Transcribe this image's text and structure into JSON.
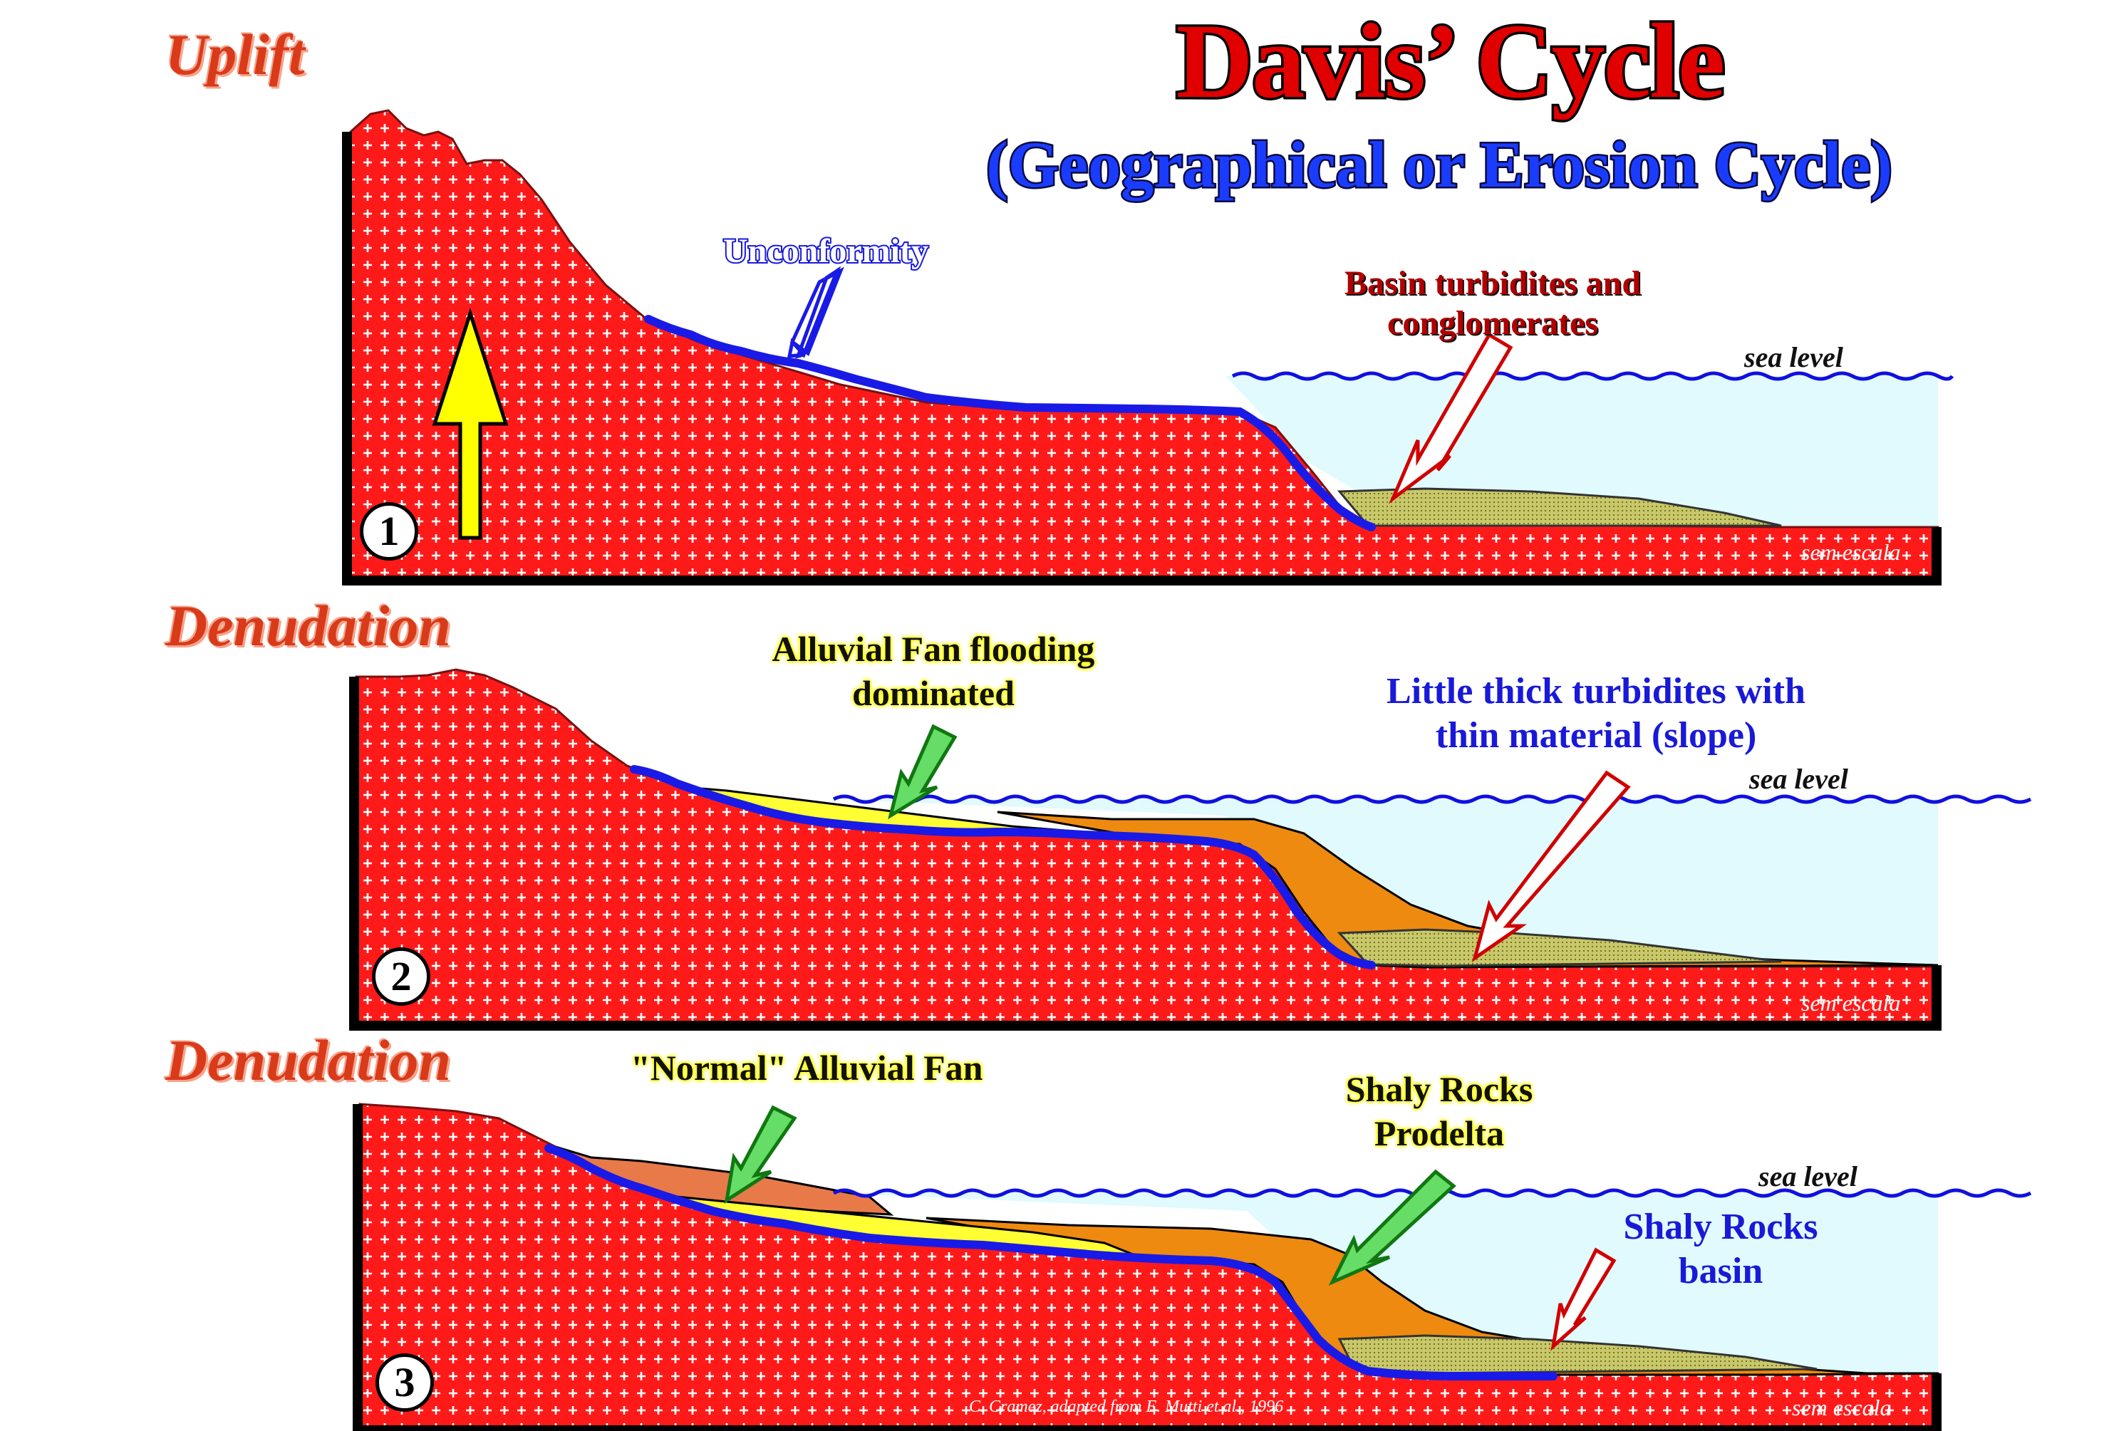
{
  "title": "Davis’ Cycle",
  "subtitle": "(Geographical or Erosion Cycle)",
  "panels": [
    {
      "number": "1",
      "stage": "Uplift",
      "sea_level": "sea level",
      "scale_note": "sem escala",
      "labels": {
        "unconformity": "Unconformity",
        "basin_line1": "Basin turbidites and",
        "basin_line2": "conglomerates"
      }
    },
    {
      "number": "2",
      "stage": "Denudation",
      "sea_level": "sea level",
      "scale_note": "sem escala",
      "labels": {
        "fan_line1": "Alluvial Fan flooding",
        "fan_line2": "dominated",
        "turb_line1": "Little thick turbidites with",
        "turb_line2": "thin material (slope)"
      }
    },
    {
      "number": "3",
      "stage": "Denudation",
      "sea_level": "sea level",
      "scale_note": "sem escala",
      "labels": {
        "normal_fan": "\"Normal\" Alluvial Fan",
        "prodelta_line1": "Shaly Rocks",
        "prodelta_line2": "Prodelta",
        "basin_line1": "Shaly Rocks",
        "basin_line2": "basin"
      }
    }
  ],
  "credit": "C. Cramez, adapted from E. Mutti et al., 1996",
  "colors": {
    "basement": "#ff1a1a",
    "sea": "#e0fafe",
    "wave": "#1010e0",
    "unconformity": "#1a1ae6",
    "turbidite": "#c8c86a",
    "fan_flood": "#ffff33",
    "fan_normal": "#e87a4a",
    "prodelta": "#ee8a10",
    "arrow_uplift": "#ffff00"
  }
}
